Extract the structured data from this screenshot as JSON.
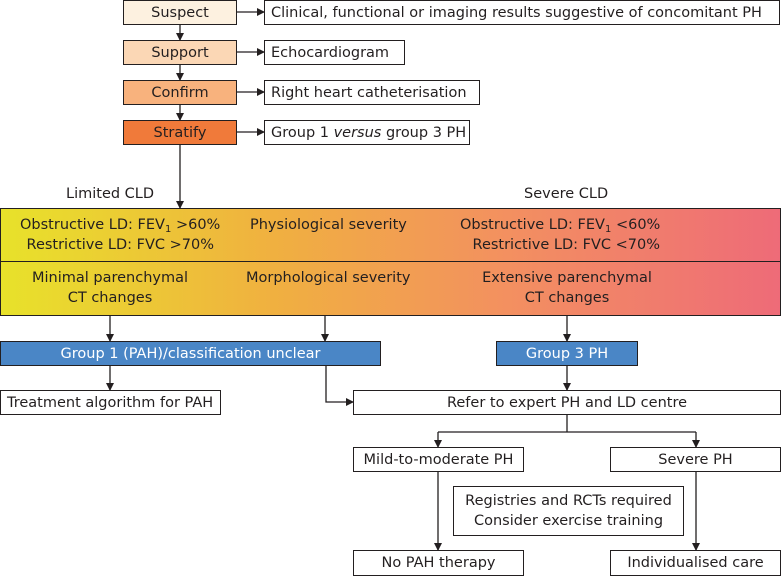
{
  "steps": [
    {
      "label": "Suspect",
      "color": "#fdf1e0",
      "desc": "Clinical, functional or imaging results suggestive of concomitant PH"
    },
    {
      "label": "Support",
      "color": "#fbd7b5",
      "desc": "Echocardiogram"
    },
    {
      "label": "Confirm",
      "color": "#f8b27d",
      "desc": "Right heart catheterisation"
    },
    {
      "label": "Stratify",
      "color": "#f07a3a",
      "desc_pre": "Group 1 ",
      "desc_em": "versus",
      "desc_post": " group 3 PH"
    }
  ],
  "scale": {
    "left_label": "Limited CLD",
    "right_label": "Severe CLD",
    "physiological": {
      "title": "Physiological severity",
      "limited_obstructive_pre": "Obstructive LD: FEV",
      "limited_obstructive_sub": "1",
      "limited_obstructive_post": " >60%",
      "limited_restrictive": "Restrictive LD: FVC >70%",
      "severe_obstructive_pre": "Obstructive LD: FEV",
      "severe_obstructive_sub": "1",
      "severe_obstructive_post": " <60%",
      "severe_restrictive": "Restrictive LD: FVC <70%"
    },
    "morphological": {
      "title": "Morphological severity",
      "limited_line1": "Minimal parenchymal",
      "limited_line2": "CT changes",
      "severe_line1": "Extensive parenchymal",
      "severe_line2": "CT changes"
    }
  },
  "groups": {
    "group1": "Group 1 (PAH)/classification unclear",
    "group3": "Group 3 PH"
  },
  "outcomes": {
    "pah_algorithm": "Treatment algorithm for PAH",
    "refer": "Refer to expert PH and LD centre",
    "mild": "Mild-to-moderate PH",
    "severe": "Severe PH",
    "registries_line1": "Registries and RCTs required",
    "registries_line2": "Consider exercise training",
    "no_pah": "No PAH therapy",
    "individualised": "Individualised care"
  },
  "colors": {
    "line": "#231f20",
    "blue": "#4a86c6",
    "gradient": [
      "#e8e22a",
      "#f0b040",
      "#f39060",
      "#ee6b78"
    ]
  }
}
